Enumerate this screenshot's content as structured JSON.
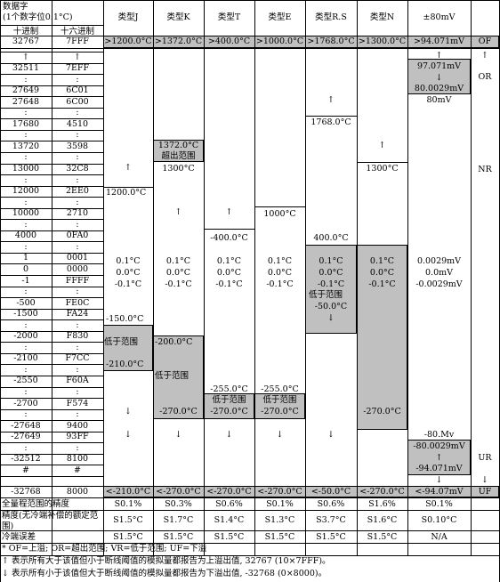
{
  "header": {
    "dec_title_1": "数据字",
    "dec_title_2": "(1个数字位0.1°C)",
    "dec_label": "十进制",
    "hex_label": "十六进制",
    "types": [
      "类型J",
      "类型K",
      "类型T",
      "类型E",
      "类型R.S",
      "类型N",
      "±80mV",
      ""
    ]
  },
  "of_row": {
    "dec": "32767",
    "hex": "7FFF",
    "vals": [
      ">1200.0°C",
      ">1372.0°C",
      ">400.0°C",
      ">1000.0°C",
      ">1768.0°C",
      ">1300.0°C",
      ">94.071mV",
      "OF"
    ]
  },
  "rows": [
    {
      "dec": "↑",
      "hex": "↑"
    },
    {
      "dec": "32511",
      "hex": "7EFF"
    },
    {
      "dec": ":",
      "hex": ":"
    },
    {
      "dec": "27649",
      "hex": "6C01"
    },
    {
      "dec": "27648",
      "hex": "6C00"
    },
    {
      "dec": ":",
      "hex": ":"
    },
    {
      "dec": "17680",
      "hex": "4510"
    },
    {
      "dec": ":",
      "hex": ":"
    },
    {
      "dec": "13720",
      "hex": "3598"
    },
    {
      "dec": ":",
      "hex": ":"
    },
    {
      "dec": "13000",
      "hex": "32C8"
    },
    {
      "dec": ":",
      "hex": ":"
    },
    {
      "dec": "12000",
      "hex": "2EE0"
    },
    {
      "dec": ":",
      "hex": ":"
    },
    {
      "dec": "10000",
      "hex": "2710"
    },
    {
      "dec": ":",
      "hex": ":"
    },
    {
      "dec": "4000",
      "hex": "0FA0"
    },
    {
      "dec": ":",
      "hex": ":"
    },
    {
      "dec": "1",
      "hex": "0001"
    },
    {
      "dec": "0",
      "hex": "0000"
    },
    {
      "dec": "-1",
      "hex": "FFFF"
    },
    {
      "dec": ":",
      "hex": ":"
    },
    {
      "dec": "-500",
      "hex": "FE0C"
    },
    {
      "dec": "-1500",
      "hex": "FA24"
    },
    {
      "dec": ":",
      "hex": ":"
    },
    {
      "dec": "-2000",
      "hex": "F830"
    },
    {
      "dec": ":",
      "hex": ":"
    },
    {
      "dec": "-2100",
      "hex": "F7CC"
    },
    {
      "dec": ":",
      "hex": ":"
    },
    {
      "dec": "-2550",
      "hex": "F60A"
    },
    {
      "dec": ":",
      "hex": ":"
    },
    {
      "dec": "-2700",
      "hex": "F574"
    },
    {
      "dec": ":",
      "hex": ":"
    },
    {
      "dec": "-27648",
      "hex": "9400"
    },
    {
      "dec": "-27649",
      "hex": "93FF"
    },
    {
      "dec": ":",
      "hex": ":"
    },
    {
      "dec": "-32512",
      "hex": "8100"
    },
    {
      "dec": "#",
      "hex": "#"
    }
  ],
  "uf_row": {
    "dec": "-32768",
    "hex": "8000",
    "vals": [
      "<-210.0°C",
      "<-270.0°C",
      "<-270.0°C",
      "<-270.0°C",
      "<-50.0°C",
      "<-270.0°C",
      "<-94.07mV",
      "UF"
    ]
  },
  "cells": {
    "mv_of_hi": "97.071mV",
    "mv_of_lo": "80.0029mV",
    "mv_80": "80mV",
    "or_label": "OR",
    "nr_label": "NR",
    "ur_label": "UR",
    "up_arrow": "↑",
    "down_arrow": "↓",
    "k_1372": "1372.0°C",
    "k_over": "超出范围",
    "k_1300": "1300°C",
    "rs_1768": "1768.0°C",
    "n_1300": "1300°C",
    "j_1200": "1200.0°C",
    "e_1000": "1000°C",
    "t_400": "-400.0°C",
    "rs_400": "400.0°C",
    "pos01": "0.1°C",
    "zero": "0.0°C",
    "neg01": "-0.1°C",
    "mv_pos": "0.0029mV",
    "mv_zero": "0.0mV",
    "mv_neg": "-0.0029mV",
    "rs_under": "低于范围",
    "rs_minus50": "-50.0°C",
    "j_minus150": "-150.0°C",
    "j_under": "低于范围",
    "k_minus200": "-200.0°C",
    "j_minus210": "-210.0°C",
    "k_under": "低于范围",
    "t_minus255": "-255.0°C",
    "e_minus255": "-255.0°C",
    "t_under": "低于范围",
    "e_under": "低于范围",
    "k_minus270": "-270.0°C",
    "t_minus270": "-270.0°C",
    "e_minus270": "-270.0°C",
    "n_minus270": "-270.0°C",
    "mv_minus80": "-80.Mv",
    "mv_uf_hi": "-80.0029mV",
    "mv_uf_lo": "-94.071mV"
  },
  "footer": {
    "acc_full_label": "全量程范围的精度",
    "acc_full": [
      "S0.1%",
      "S0.3%",
      "S0.6%",
      "S0.1%",
      "S0.6%",
      "S1.6%",
      "S0.1%",
      ""
    ],
    "acc_nocj_label": "精度(无冷端补偿的额定范围)",
    "acc_nocj": [
      "S1.5°C",
      "S1.7°C",
      "S1.4°C",
      "S1.3°C",
      "S3.7°C",
      "S1.6°C",
      "S0.10°C",
      ""
    ],
    "cj_label": "冷端误差",
    "cj": [
      "S1.5°C",
      "S1.5°C",
      "S1.5°C",
      "S1.5°C",
      "S1.5°C",
      "S1.5°C",
      "N/A",
      ""
    ],
    "note1": "* OF=上溢; OR=超出范围; VR=低于范围; UF=下溢",
    "note2": "↑  表示所有大于该值但小于断线阈值的模拟量都报告为上溢出值, 32767 (10×7FFF)。",
    "note3": "↓  表示所有小于该值但大于断线阈值的模拟量都报告为下溢出值, -32768 (0×8000)。"
  }
}
